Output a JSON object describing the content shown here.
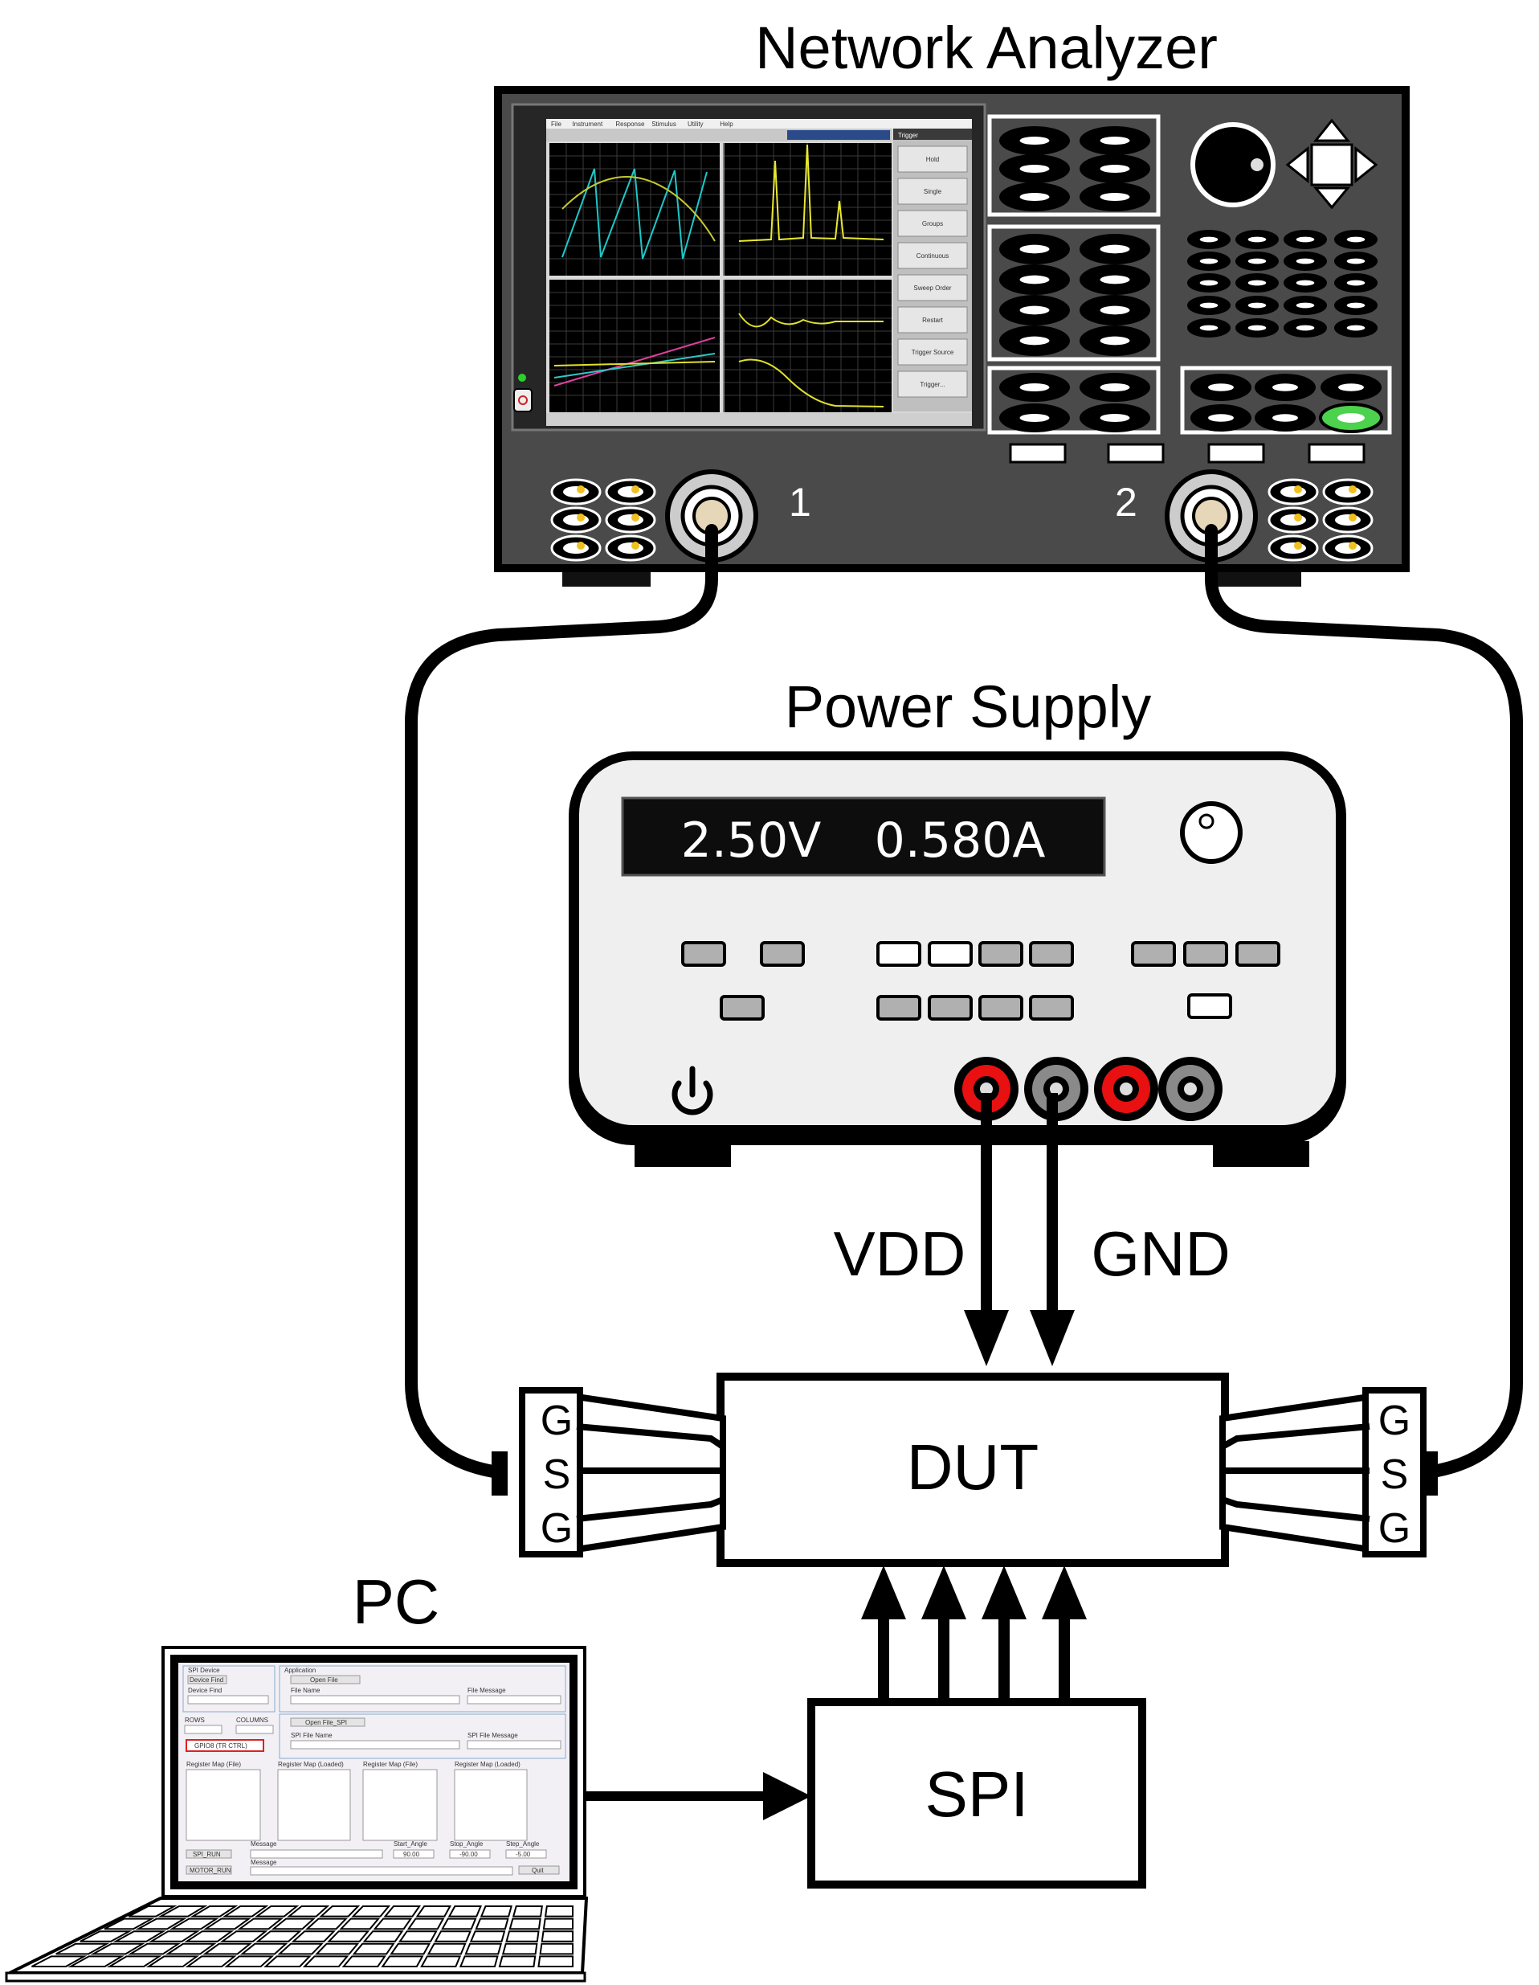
{
  "labels": {
    "network_analyzer": "Network Analyzer",
    "power_supply": "Power Supply",
    "pc": "PC",
    "dut": "DUT",
    "spi": "SPI",
    "vdd": "VDD",
    "gnd": "GND",
    "port1": "1",
    "port2": "2",
    "probe_left": [
      "G",
      "S",
      "G"
    ],
    "probe_right": [
      "G",
      "S",
      "G"
    ]
  },
  "psu_display": {
    "voltage": "2.50V",
    "current": "0.580A"
  },
  "vna_screen": {
    "menu": [
      "File",
      "Instrument",
      "Response",
      "Stimulus",
      "Utility",
      "Help"
    ],
    "softkey_header": "Trigger",
    "softkeys": [
      "Hold",
      "Single",
      "Groups",
      "Continuous",
      "Sweep Order",
      "Restart",
      "Trigger Source",
      "Trigger..."
    ]
  },
  "pc_screen": {
    "spi_device": "SPI Device",
    "device_find_btn": "Device Find",
    "device_find_label": "Device Find",
    "application": "Application",
    "open_file_btn": "Open File",
    "file_name": "File Name",
    "file_message": "File Message",
    "rows": "ROWS",
    "columns": "COLUMNS",
    "open_file_spi_btn": "Open File_SPI",
    "spi_file_name": "SPI File Name",
    "spi_file_message": "SPI File Message",
    "gpio": "GPIO8 (TR CTRL)",
    "register_map_file_1": "Register Map (File)",
    "register_map_loaded_1": "Register Map (Loaded)",
    "register_map_file_2": "Register Map (File)",
    "register_map_loaded_2": "Register Map (Loaded)",
    "spi_run_btn": "SPI_RUN",
    "message_1": "Message",
    "start_angle": "Start_Angle",
    "start_angle_val": "90.00",
    "stop_angle": "Stop_Angle",
    "stop_angle_val": "-90.00",
    "step_angle": "Step_Angle",
    "step_angle_val": "-5.00",
    "motor_run_btn": "MOTOR_RUN",
    "message_2": "Message",
    "quit_btn": "Quit"
  }
}
